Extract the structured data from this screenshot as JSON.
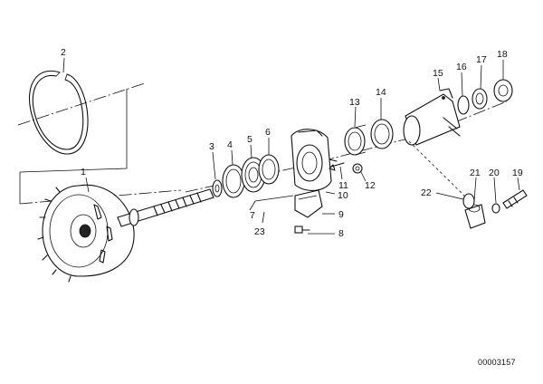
{
  "document_number": "00003157",
  "part_labels": [
    "1",
    "2",
    "3",
    "4",
    "5",
    "6",
    "7",
    "8",
    "9",
    "10",
    "11",
    "12",
    "13",
    "14",
    "15",
    "16",
    "17",
    "18",
    "19",
    "20",
    "21",
    "22",
    "23"
  ]
}
